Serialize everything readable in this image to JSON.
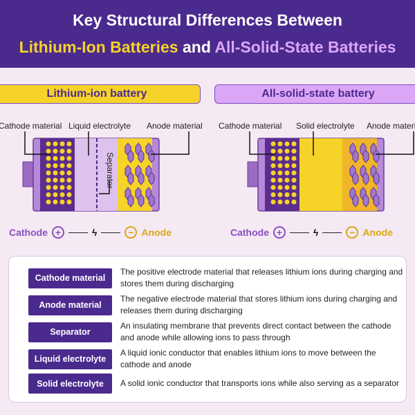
{
  "header": {
    "line1": "Key Structural Differences Between",
    "line2_a": "Lithium-Ion Batteries",
    "line2_and": "and",
    "line2_b": "All-Solid-State Batteries"
  },
  "colors": {
    "purple": "#4b2a8e",
    "yellow": "#f6d328",
    "violet": "#dca6f7"
  },
  "li": {
    "title": "Lithium-ion battery",
    "cathode": "Cathode material",
    "electrolyte": "Liquid electrolyte",
    "anode": "Anode material",
    "separator": "Separator"
  },
  "ss": {
    "title": "All-solid-state battery",
    "cathode": "Cathode material",
    "electrolyte": "Solid electrolyte",
    "anode": "Anode material"
  },
  "legend": {
    "cathode": "Cathode",
    "anode": "Anode",
    "plus": "+",
    "minus": "−",
    "bolt": "ϟ"
  },
  "glossary": [
    {
      "term": "Cathode material",
      "desc": "The positive electrode material that releases lithium ions during charging and stores them during discharging"
    },
    {
      "term": "Anode material",
      "desc": "The negative electrode material that stores lithium ions during charging and releases them during discharging"
    },
    {
      "term": "Separator",
      "desc": "An insulating membrane that prevents direct contact between the cathode and anode while allowing ions to pass through"
    },
    {
      "term": "Liquid electrolyte",
      "desc": "A liquid ionic conductor that enables lithium ions to move between the cathode and anode"
    },
    {
      "term": "Solid electrolyte",
      "desc": "A solid ionic conductor that transports ions while also serving as a separator"
    }
  ]
}
